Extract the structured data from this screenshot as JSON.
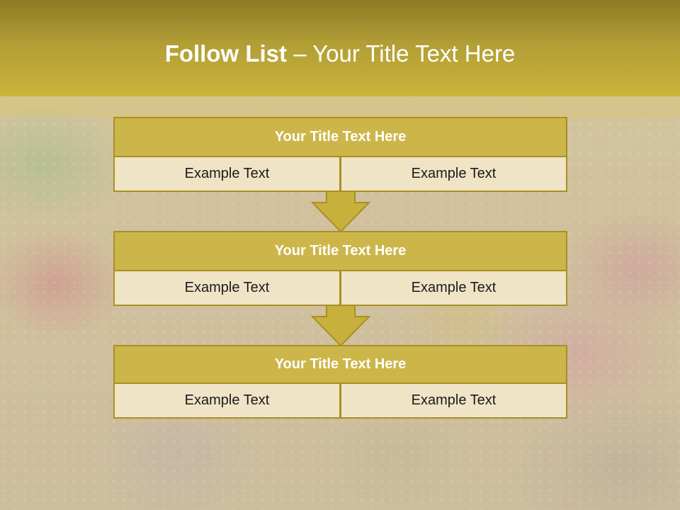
{
  "slide": {
    "title_bold": "Follow List",
    "title_rest": " – Your Title Text Here"
  },
  "blocks": [
    {
      "title": "Your Title Text Here",
      "left": "Example Text",
      "right": "Example Text"
    },
    {
      "title": "Your Title Text Here",
      "left": "Example Text",
      "right": "Example Text"
    },
    {
      "title": "Your Title Text Here",
      "left": "Example Text",
      "right": "Example Text"
    }
  ],
  "colors": {
    "header": "#b19e35",
    "block_title_fill": "#cdb649",
    "block_border": "#a89024",
    "cell_fill": "#efe4c6",
    "arrow_fill": "#c8b03c"
  }
}
